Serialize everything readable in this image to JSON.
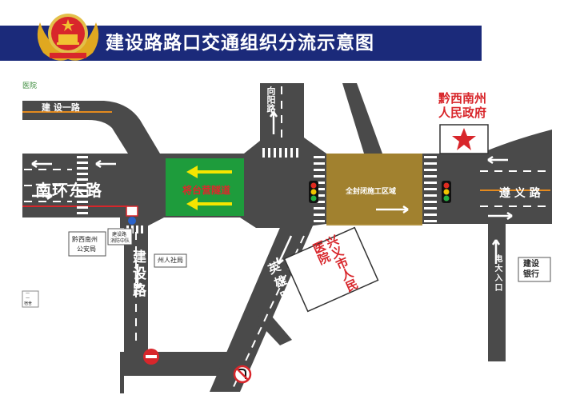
{
  "header": {
    "title": "建设路路口交通组织分流示意图",
    "accent_color": "#1b2a7a"
  },
  "roads": {
    "jianshe_upper": "建 设一路",
    "nanhuan": "南环东路",
    "jianshe_vertical": "建设路",
    "xiangyang": "向阳路",
    "yingxiong": "英雄路",
    "zunyi": "遵 义 路",
    "dianda": "电大入口"
  },
  "zones": {
    "tunnel": "将台营隧道",
    "closed": "全封闭施工区域"
  },
  "places": {
    "gov_line1": "黔西南州",
    "gov_line2": "人民政府",
    "hospital": "兴义市人民医院",
    "police_line1": "黔西南州",
    "police_line2": "公安局",
    "fire_line1": "建设路",
    "fire_line2": "消防中队",
    "shebao": "州人社局",
    "bank": "建设银行",
    "topleft_fragment": "医院",
    "left_small_line1": "一",
    "left_small_line2": "一",
    "left_small_line3": "宿舍"
  },
  "icons": {
    "emblem": "national-emblem-icon",
    "star": "star-icon",
    "no_entry": "no-entry-icon",
    "no_left_turn": "no-left-turn-icon",
    "traffic_light": "traffic-light-icon"
  },
  "colors": {
    "road": "#4a4a4a",
    "tunnel": "#1e9c3c",
    "closed": "#a8862c",
    "arrow_yellow": "#f5e500",
    "red_text": "#d8262b"
  }
}
